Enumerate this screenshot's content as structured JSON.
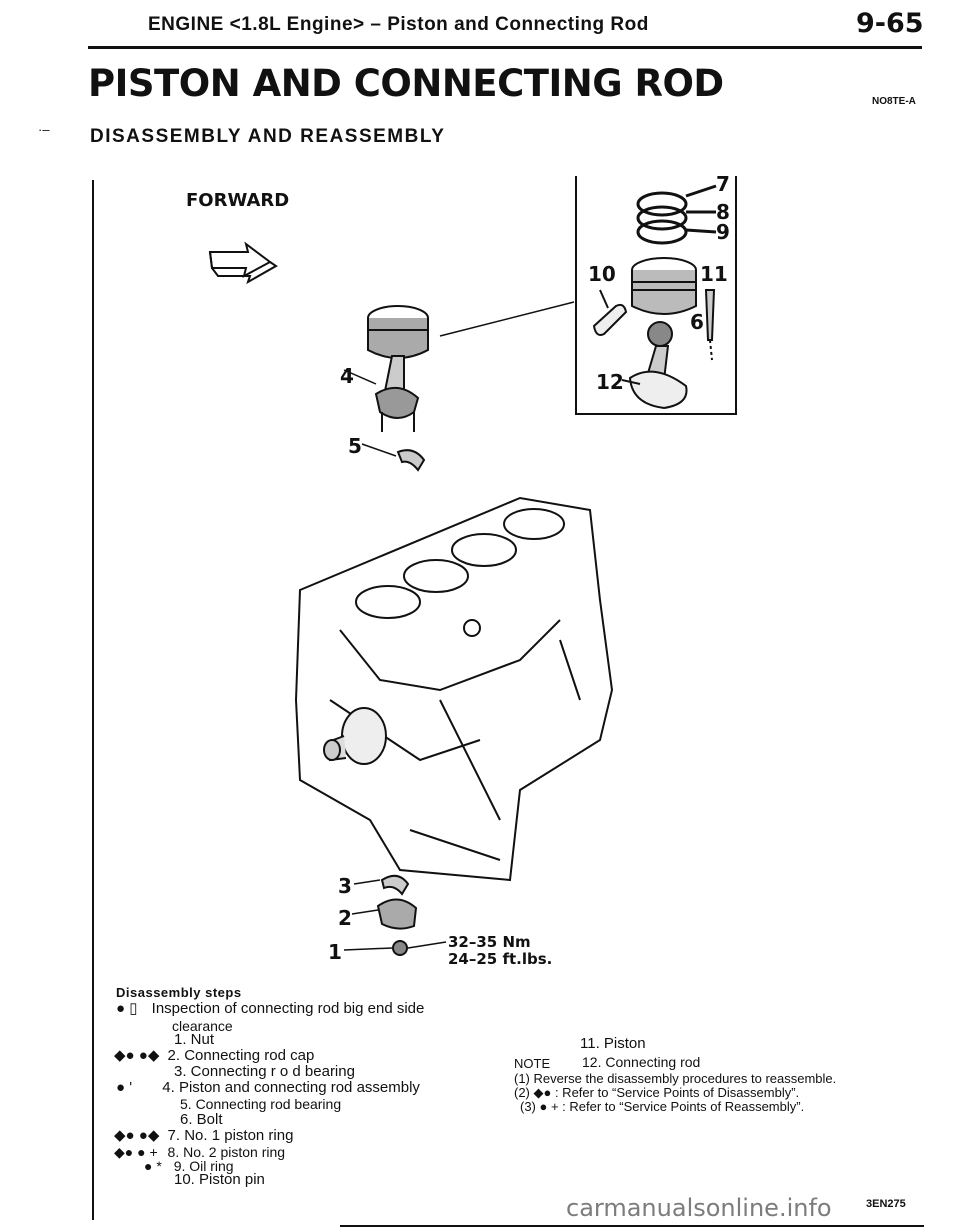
{
  "header": {
    "running_title": "ENGINE <1.8L Engine> – Piston and Connecting Rod",
    "page_number": "9-65"
  },
  "title": "PISTON AND CONNECTING ROD",
  "section_code": "NO8TE-A",
  "margin_mark": "·–",
  "subtitle": "DISASSEMBLY AND REASSEMBLY",
  "figure": {
    "forward_label": "FORWARD",
    "callouts": [
      "1",
      "2",
      "3",
      "4",
      "5",
      "6",
      "7",
      "8",
      "9",
      "10",
      "11",
      "12"
    ],
    "torque_nm": "32–35 Nm",
    "torque_ftlbs": "24–25 ft.lbs."
  },
  "steps_heading": "Disassembly steps",
  "steps": [
    {
      "sym": "● ▯",
      "text": "Inspection of connecting rod big end side"
    },
    {
      "sym": "",
      "text": "clearance"
    },
    {
      "sym": "",
      "text": "1. Nut"
    },
    {
      "sym": "◆● ●◆",
      "text": "2. Connecting rod cap"
    },
    {
      "sym": "",
      "text": "3. Connecting r o d bearing"
    },
    {
      "sym": "● '",
      "text": "4. Piston and connecting rod assembly"
    },
    {
      "sym": "",
      "text": "5. Connecting rod bearing"
    },
    {
      "sym": "",
      "text": "6. Bolt"
    },
    {
      "sym": "◆● ●◆",
      "text": "7. No. 1 piston ring"
    },
    {
      "sym": "◆● ● +",
      "text": "8. No. 2 piston ring"
    },
    {
      "sym": "●  *",
      "text": "9. Oil ring"
    },
    {
      "sym": "",
      "text": "10. Piston pin"
    }
  ],
  "steps_right": [
    "11. Piston",
    "12. Connecting rod"
  ],
  "note_heading": "NOTE",
  "notes": [
    "(1) Reverse the disassembly procedures to reassemble.",
    "(2) ◆● : Refer to “Service Points of Disassembly”.",
    "(3) ● + : Refer to “Service Points of Reassembly”."
  ],
  "figure_code": "3EN275",
  "watermark": "carmanualsonline.info"
}
